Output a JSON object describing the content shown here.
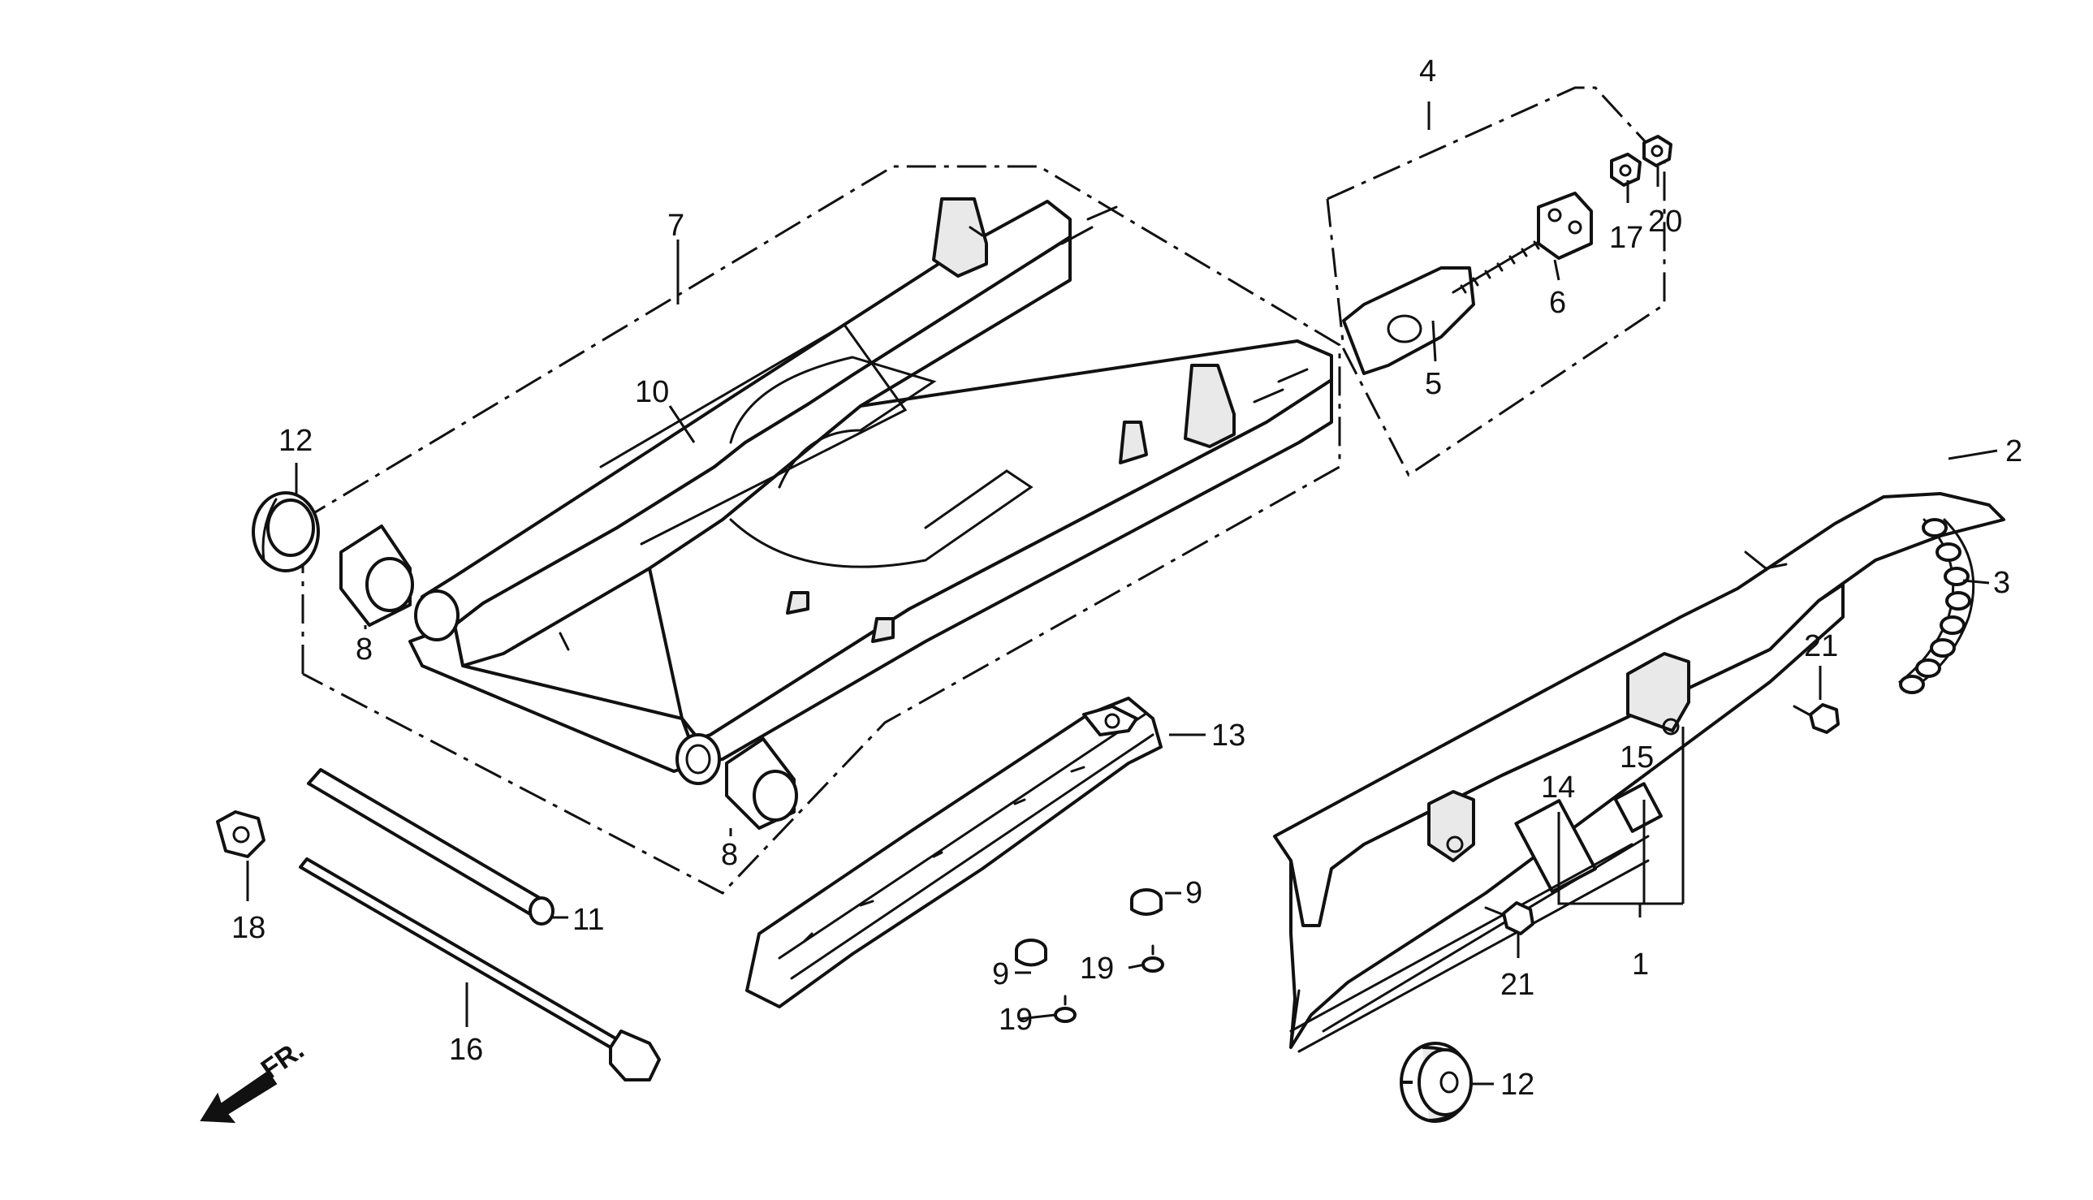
{
  "diagram": {
    "labels": {
      "l1": "1",
      "l2": "2",
      "l3": "3",
      "l4": "4",
      "l5": "5",
      "l6": "6",
      "l7": "7",
      "l8a": "8",
      "l8b": "8",
      "l9a": "9",
      "l9b": "9",
      "l10": "10",
      "l11": "11",
      "l12a": "12",
      "l12b": "12",
      "l13": "13",
      "l14": "14",
      "l15": "15",
      "l16": "16",
      "l17": "17",
      "l18": "18",
      "l19a": "19",
      "l19b": "19",
      "l20": "20",
      "l21a": "21",
      "l21b": "21"
    },
    "direction_label": "FR."
  }
}
